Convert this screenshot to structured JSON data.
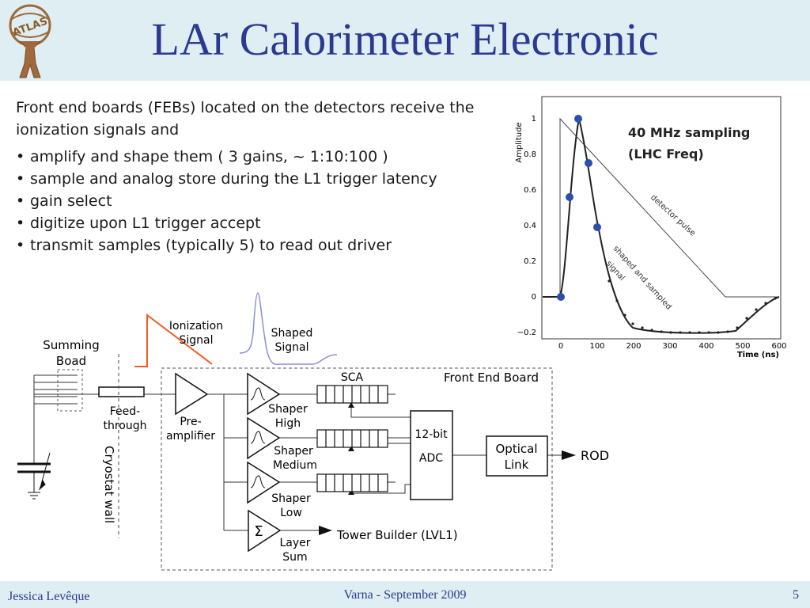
{
  "slide": {
    "title": "LAr Calorimeter Electronic",
    "logo_text": "ATLAS"
  },
  "content": {
    "intro": "Front end boards (FEBs) located on the detectors receive the ionization signals and",
    "bullets": [
      "amplify and shape them ( 3 gains, ~ 1:10:100 )",
      "sample and analog store during the L1 trigger latency",
      "gain select",
      "digitize upon L1 trigger accept",
      "transmit samples (typically 5) to read out driver"
    ]
  },
  "plot": {
    "ylabel": "Amplitude",
    "xlabel": "Time (ns)",
    "annotation_line1": "40 MHz sampling",
    "annotation_line2": "(LHC Freq)",
    "detector_pulse_label": "detector pulse",
    "shaped_label_1": "shaped and sampled",
    "shaped_label_2": "signal",
    "x_ticks": [
      "0",
      "100",
      "200",
      "300",
      "400",
      "500",
      "600"
    ],
    "y_ticks": [
      "1",
      "0.8",
      "0.6",
      "0.4",
      "0.2",
      "0",
      "−0.2"
    ],
    "sample_color": "#2b4fae"
  },
  "diagram": {
    "summing_board_1": "Summing",
    "summing_board_2": "Boad",
    "feed_1": "Feed-",
    "feed_2": "through",
    "cryostat_wall": "Cryostat wall",
    "ionization_1": "Ionization",
    "ionization_2": "Signal",
    "shaped_1": "Shaped",
    "shaped_2": "Signal",
    "front_end_board": "Front End Board",
    "preamp_1": "Pre-",
    "preamp_2": "amplifier",
    "sca": "SCA",
    "shaper_high_1": "Shaper",
    "shaper_high_2": "High",
    "shaper_medium_1": "Shaper",
    "shaper_medium_2": "Medium",
    "shaper_low_1": "Shaper",
    "shaper_low_2": "Low",
    "adc_1": "12-bit",
    "adc_2": "ADC",
    "optical_1": "Optical",
    "optical_2": "Link",
    "rod": "ROD",
    "sigma": "Σ",
    "tower_builder": "Tower Builder (LVL1)",
    "layer_1": "Layer",
    "layer_2": "Sum",
    "ionization_color": "#f15a24",
    "shaped_color": "#8a8fd6"
  },
  "footer": {
    "author": "Jessica Levêque",
    "event": "Varna -  September 2009",
    "page": "5"
  }
}
